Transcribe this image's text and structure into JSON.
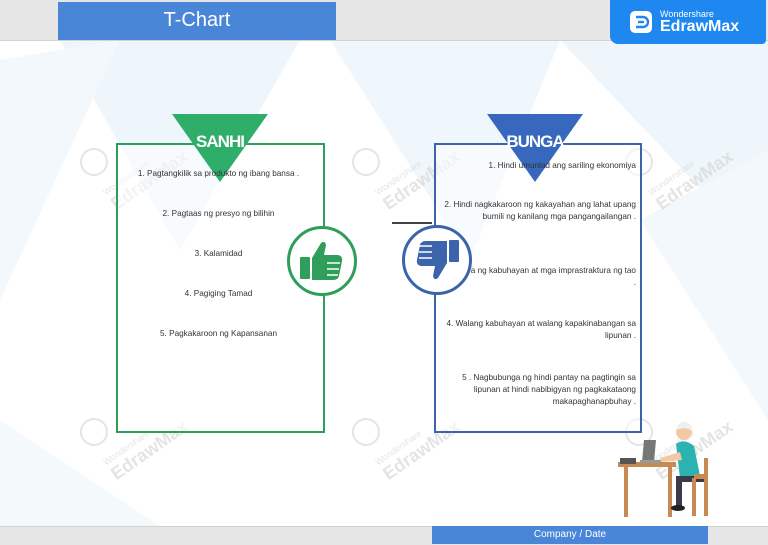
{
  "header": {
    "title": "T-Chart"
  },
  "brand": {
    "small": "Wondershare",
    "big": "EdrawMax"
  },
  "watermark": {
    "small": "Wondershare",
    "big": "EdrawMax"
  },
  "left": {
    "heading": "SANHI",
    "color": "#2f9e5a",
    "items": [
      "1. Pagtangkilik sa produkto ng ibang bansa .",
      "2. Pagtaas ng presyo ng bilihin",
      "3. Kalamidad",
      "4. Pagiging Tamad",
      "5. Pagkakaroon ng Kapansanan"
    ],
    "icon": "thumbs-up-icon"
  },
  "right": {
    "heading": "BUNGA",
    "color": "#3b64aa",
    "items": [
      "1. Hindi umunlad ang sariling ekonomiya",
      "2. Hindi nagkakaroon ng kakayahan ang lahat upang bumili ng kanilang mga pangangailangan .",
      "3. Nasisira ng kabuhayan at mga imprastraktura ng tao .",
      "4. Walang kabuhayan at walang kapakinabangan sa lipunan .",
      "5 . Nagbubunga ng hindi pantay na pagtingin sa lipunan at hindi nabibigyan ng pagkakataong makapaghanapbuhay ."
    ],
    "icon": "thumbs-down-icon"
  },
  "footer": {
    "label": "Company / Date"
  }
}
